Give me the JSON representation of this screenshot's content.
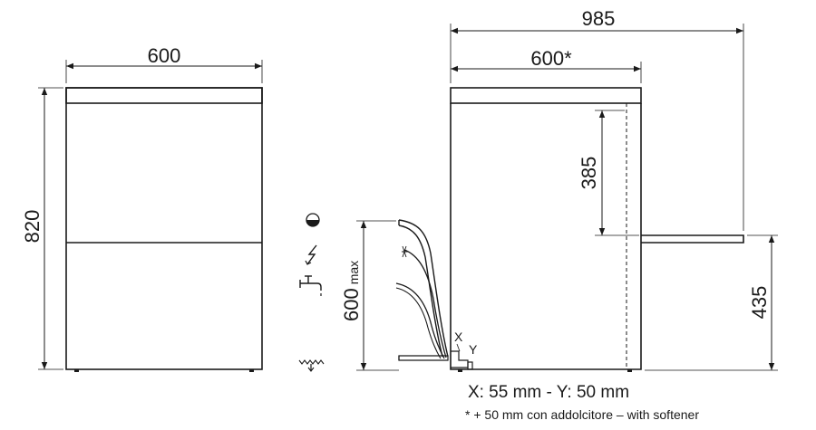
{
  "front_view": {
    "width_label": "600",
    "height_label": "820"
  },
  "side_view": {
    "total_depth_label": "985",
    "body_depth_label": "600*",
    "door_height_label": "385",
    "door_floor_label": "435",
    "connection_height_label": "600",
    "connection_height_suffix": "max",
    "x_marker": "X",
    "y_marker": "Y"
  },
  "icons": [
    "drain-level-icon",
    "electric-icon",
    "water-tap-icon",
    "floor-drain-icon"
  ],
  "notes": {
    "xy_offsets": "X: 55 mm - Y: 50 mm",
    "softener": "* + 50 mm con addolcitore – with softener"
  }
}
